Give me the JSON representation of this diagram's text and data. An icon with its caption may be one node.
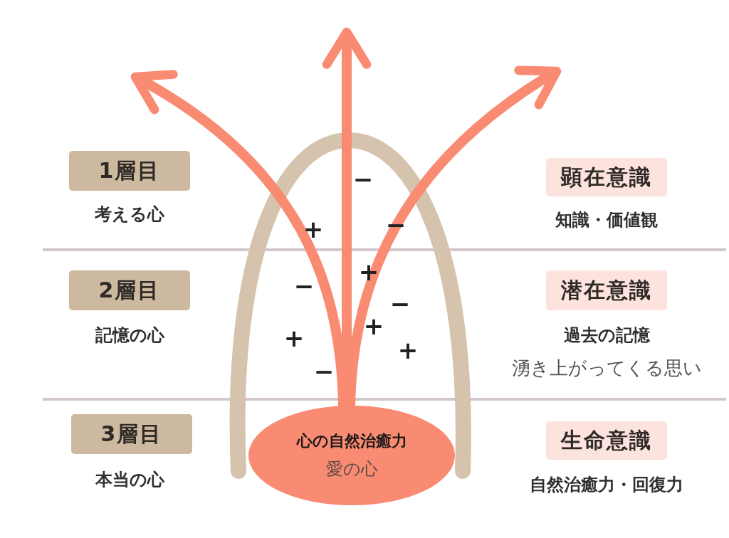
{
  "diagram": {
    "nodes": [
      {
        "text": [
          "1層目"
        ],
        "beside": [
          "考える心"
        ]
      },
      {
        "text": [
          "顕在意識"
        ],
        "beside": [
          "知識・価値観"
        ]
      },
      {
        "text": [
          "2層目"
        ],
        "beside": [
          "記憶の心"
        ]
      },
      {
        "text": [
          "潜在意識"
        ],
        "beside": [
          "過去の記憶",
          "湧き上がってくる思い"
        ]
      },
      {
        "text": [
          "3層目"
        ],
        "beside": [
          "本当の心"
        ]
      },
      {
        "text": [
          "心の自然治癒力",
          "愛の心"
        ]
      },
      {
        "text": [
          "生命意識"
        ],
        "beside": [
          "自然治癒力・回復力"
        ]
      }
    ],
    "edges": [
      {
        "from": 5,
        "to": null,
        "arrow": "to"
      },
      {
        "from": 5,
        "to": null,
        "arrow": "to"
      },
      {
        "from": 5,
        "to": null,
        "arrow": "to"
      }
    ],
    "labels": [
      "−",
      "+",
      "−",
      "+",
      "−",
      "−",
      "+",
      "+",
      "+",
      "−"
    ]
  }
}
